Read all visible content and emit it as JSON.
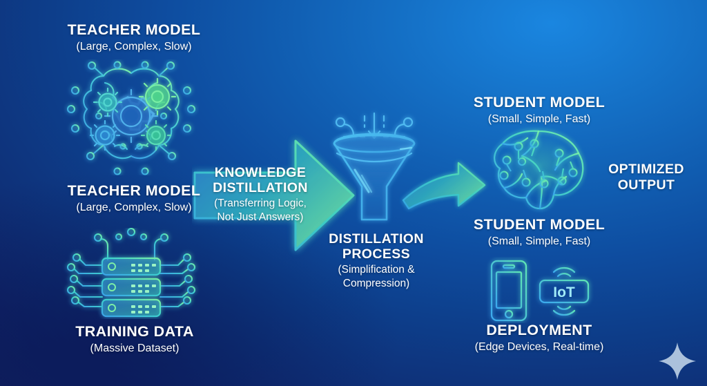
{
  "diagram": {
    "title": "Knowledge Distillation Process",
    "background": {
      "top_left_color": "#12307f",
      "top_right_color": "#1478d0",
      "bottom_left_color": "#11236e"
    },
    "accent_colors": {
      "cyan": "#3fb7ea",
      "green": "#61e49c",
      "teal": "#45d6c0",
      "text": "#ffffff"
    }
  },
  "labels": {
    "teacher_top": {
      "title": "TEACHER MODEL",
      "subtitle": "(Large, Complex, Slow)"
    },
    "teacher_mid": {
      "title": "TEACHER MODEL",
      "subtitle": "(Large, Complex, Slow)"
    },
    "training_data": {
      "title": "TRAINING DATA",
      "subtitle": "(Massive Dataset)"
    },
    "knowledge_arrow": {
      "title_line1": "KNOWLEDGE",
      "title_line2": "DISTILLATION",
      "subtitle_line1": "(Transferring Logic,",
      "subtitle_line2": "Not Just Answers)"
    },
    "distillation": {
      "title_line1": "DISTILLATION",
      "title_line2": "PROCESS",
      "subtitle_line1": "(Simplification &",
      "subtitle_line2": "Compression)"
    },
    "student_top": {
      "title": "STUDENT MODEL",
      "subtitle": "(Small, Simple, Fast)"
    },
    "student_mid": {
      "title": "STUDENT MODEL",
      "subtitle": "(Small, Simple, Fast)"
    },
    "deployment": {
      "title": "DEPLOYMENT",
      "subtitle": "(Edge Devices, Real-time)"
    },
    "optimized_output": {
      "title_line1": "OPTIMIZED",
      "title_line2": "OUTPUT"
    }
  },
  "icons": {
    "brain_gears": "brain-with-gears-icon",
    "server_stack": "server-stack-circuit-icon",
    "funnel": "funnel-icon",
    "brain_profile": "brain-circuit-profile-icon",
    "devices": "smartphone-and-iot-icon",
    "iot_label": "IoT",
    "sparkle": "sparkle-icon",
    "big_arrow": "right-arrow-icon",
    "small_arrow": "curved-right-arrow-icon"
  }
}
